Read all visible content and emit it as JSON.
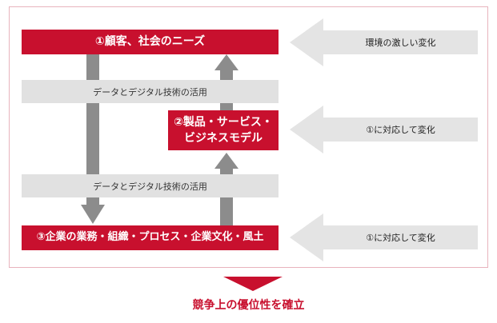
{
  "boxes": {
    "customer": "①顧客、社会のニーズ",
    "product_line1": "②製品・サービス・",
    "product_line2": "ビジネスモデル",
    "business": "③企業の業務・組織・プロセス・企業文化・風土"
  },
  "bars": {
    "data_tech_1": "データとデジタル技術の活用",
    "data_tech_2": "データとデジタル技術の活用"
  },
  "side_arrows": {
    "env_change": "環境の激しい変化",
    "respond_1": "①に対応して変化",
    "respond_2": "①に対応して変化"
  },
  "result": "競争上の優位性を確立",
  "colors": {
    "brand_red": "#c8102e",
    "frame_pink": "#e8b3bd",
    "connector_gray": "#8c8c8c",
    "bar_gray": "#e1e1e1",
    "arrow_gray": "#e4e4e4"
  }
}
